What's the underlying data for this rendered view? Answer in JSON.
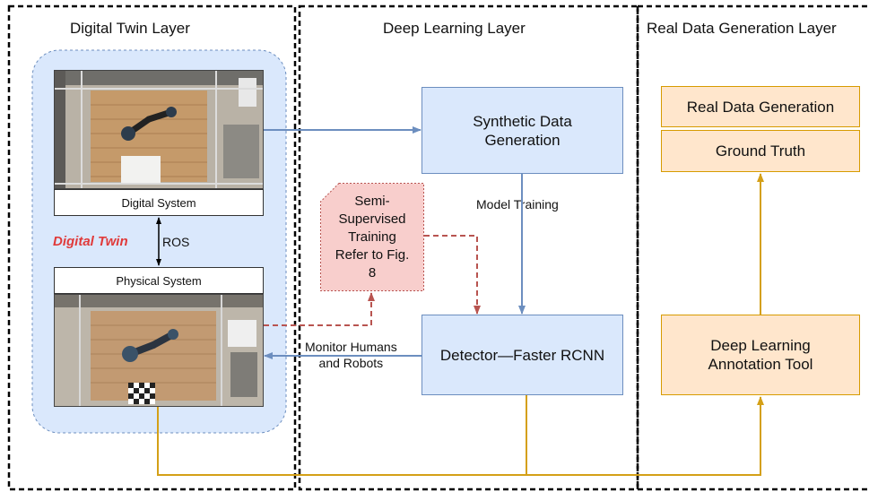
{
  "layers": {
    "digital_twin": "Digital Twin Layer",
    "deep_learning": "Deep Learning Layer",
    "real_data": "Real Data Generation Layer"
  },
  "digital_twin_block": {
    "label": "Digital Twin",
    "digital_system_caption": "Digital System",
    "physical_system_caption": "Physical System",
    "link_label": "ROS"
  },
  "deep_learning_block": {
    "synthetic_box": "Synthetic Data\nGeneration",
    "detector_box": "Detector—Faster RCNN",
    "training_label": "Model  Training",
    "semi_supervised_note": "Semi-\nSupervised\nTraining\nRefer to Fig.\n8"
  },
  "real_data_block": {
    "real_data_box": "Real Data Generation",
    "ground_truth_box": "Ground Truth",
    "annotation_box": "Deep Learning\nAnnotation Tool"
  },
  "monitor_label": "Monitor Humans\nand Robots",
  "colors": {
    "blue_arrow": "#6c8ebf",
    "red_dashed": "#b85450",
    "gold_arrow": "#d4a017",
    "twin_label": "#e03a3a"
  }
}
